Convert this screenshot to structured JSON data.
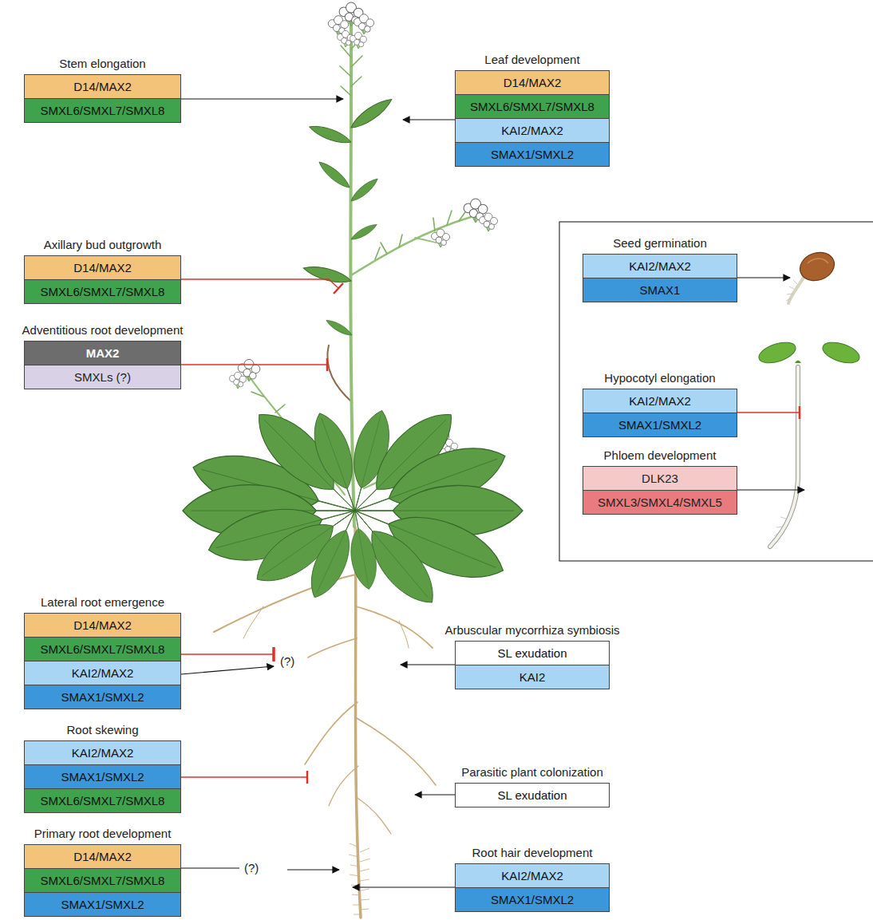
{
  "diagram": {
    "nodes": [
      {
        "text": [
          "Stem elongation"
        ]
      },
      {
        "text": [
          "D14/MAX2"
        ],
        "in": 0
      },
      {
        "text": [
          "SMXL6/SMXL7/SMXL8"
        ],
        "in": 0
      },
      {
        "text": [
          "Leaf development"
        ]
      },
      {
        "text": [
          "D14/MAX2"
        ],
        "in": 3
      },
      {
        "text": [
          "SMXL6/SMXL7/SMXL8"
        ],
        "in": 3
      },
      {
        "text": [
          "KAI2/MAX2"
        ],
        "in": 3
      },
      {
        "text": [
          "SMAX1/SMXL2"
        ],
        "in": 3
      },
      {
        "text": [
          "Axillary bud outgrowth"
        ]
      },
      {
        "text": [
          "D14/MAX2"
        ],
        "in": 8
      },
      {
        "text": [
          "SMXL6/SMXL7/SMXL8"
        ],
        "in": 8
      },
      {
        "text": [
          "Adventitious root development"
        ]
      },
      {
        "text": [
          "MAX2"
        ],
        "in": 11
      },
      {
        "text": [
          "SMXLs (?)"
        ],
        "in": 11
      },
      {
        "text": [
          "Seed germination"
        ]
      },
      {
        "text": [
          "KAI2/MAX2"
        ],
        "in": 14
      },
      {
        "text": [
          "SMAX1"
        ],
        "in": 14
      },
      {
        "text": [
          "Hypocotyl elongation"
        ]
      },
      {
        "text": [
          "KAI2/MAX2"
        ],
        "in": 17
      },
      {
        "text": [
          "SMAX1/SMXL2"
        ],
        "in": 17
      },
      {
        "text": [
          "Phloem development"
        ]
      },
      {
        "text": [
          "DLK23"
        ],
        "in": 20
      },
      {
        "text": [
          "SMXL3/SMXL4/SMXL5"
        ],
        "in": 20
      },
      {
        "text": [
          "Lateral root emergence"
        ]
      },
      {
        "text": [
          "D14/MAX2"
        ],
        "in": 23
      },
      {
        "text": [
          "SMXL6/SMXL7/SMXL8"
        ],
        "in": 23
      },
      {
        "text": [
          "KAI2/MAX2"
        ],
        "in": 23
      },
      {
        "text": [
          "SMAX1/SMXL2"
        ],
        "in": 23
      },
      {
        "text": [
          "Arbuscular mycorrhiza symbiosis"
        ]
      },
      {
        "text": [
          "SL exudation"
        ],
        "in": 28
      },
      {
        "text": [
          "KAI2"
        ],
        "in": 28
      },
      {
        "text": [
          "Root skewing"
        ]
      },
      {
        "text": [
          "KAI2/MAX2"
        ],
        "in": 31
      },
      {
        "text": [
          "SMAX1/SMXL2"
        ],
        "in": 31
      },
      {
        "text": [
          "SMXL6/SMXL7/SMXL8"
        ],
        "in": 31
      },
      {
        "text": [
          "Parasitic plant colonization"
        ]
      },
      {
        "text": [
          "SL exudation"
        ],
        "in": 35
      },
      {
        "text": [
          "Primary root development"
        ]
      },
      {
        "text": [
          "D14/MAX2"
        ],
        "in": 37
      },
      {
        "text": [
          "SMXL6/SMXL7/SMXL8"
        ],
        "in": 37
      },
      {
        "text": [
          "SMAX1/SMXL2"
        ],
        "in": 37
      },
      {
        "text": [
          "Root hair development"
        ]
      },
      {
        "text": [
          "KAI2/MAX2"
        ],
        "in": 41
      },
      {
        "text": [
          "SMAX1/SMXL2"
        ],
        "in": 41
      }
    ],
    "labels": [
      "(?)",
      "(?)"
    ]
  }
}
